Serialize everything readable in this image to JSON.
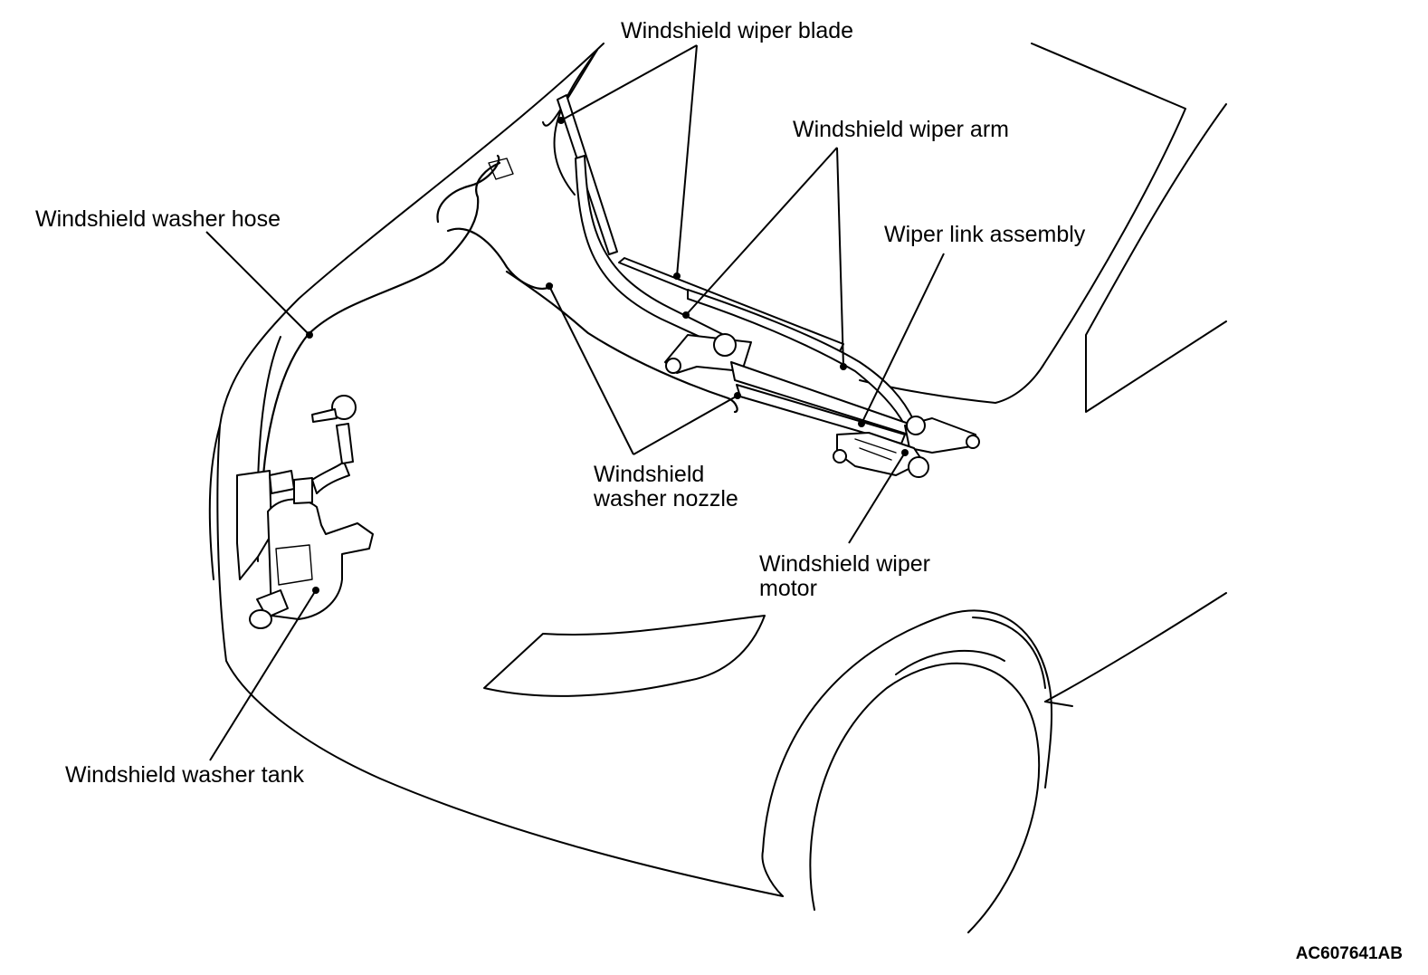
{
  "labels": {
    "wiper_blade": "Windshield wiper blade",
    "wiper_arm": "Windshield wiper arm",
    "washer_hose": "Windshield washer hose",
    "link_assembly": "Wiper link assembly",
    "washer_nozzle": [
      "Windshield",
      "washer nozzle"
    ],
    "wiper_motor": [
      "Windshield wiper",
      "motor"
    ],
    "washer_tank": "Windshield washer tank"
  },
  "figure_code": "AC607641AB"
}
